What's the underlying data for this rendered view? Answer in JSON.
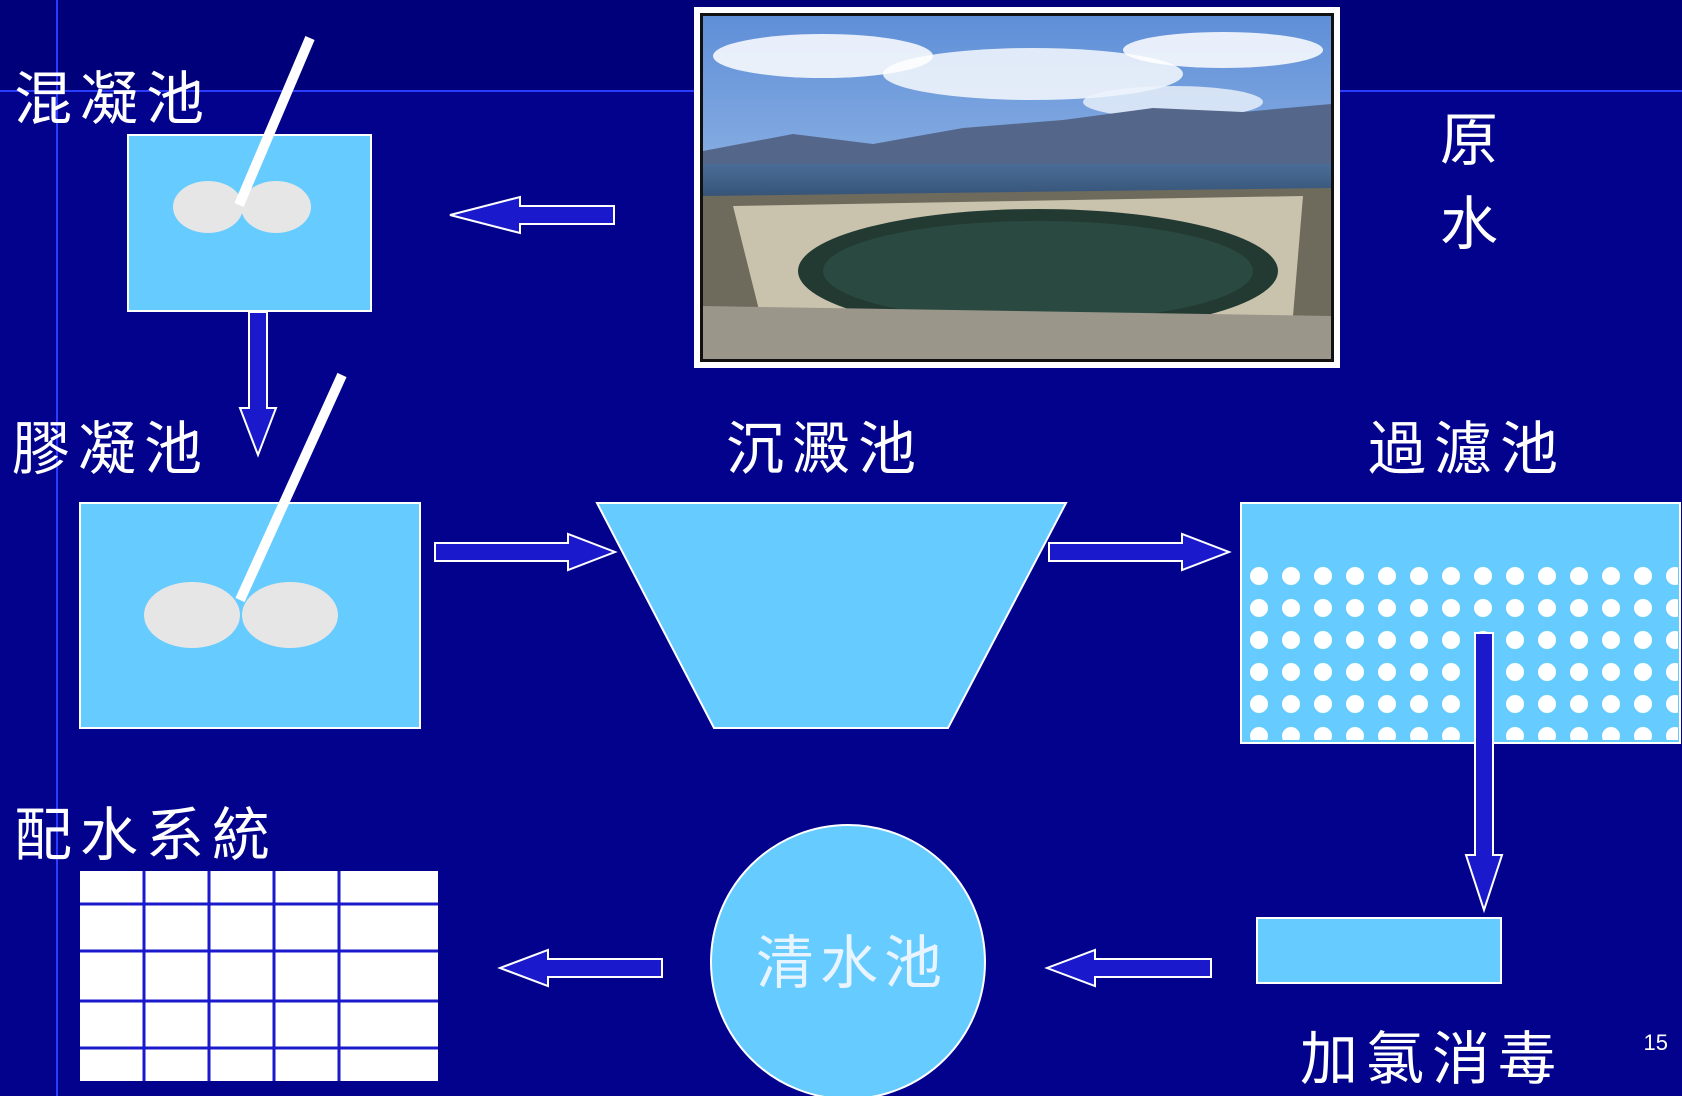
{
  "labels": {
    "coagulation": "混凝池",
    "flocculation": "膠凝池",
    "sedimentation": "沉澱池",
    "filtration": "過濾池",
    "distribution": "配水系統",
    "chlorination": "加氯消毒",
    "raw_water_line1": "原",
    "raw_water_line2": "水",
    "clear_well": "清水池"
  },
  "page_number": "15",
  "colors": {
    "background": "#02028c",
    "tank_fill": "#66ccff",
    "arrow_fill": "#1a1acc",
    "arrow_stroke": "#ffffff",
    "paddle": "#e6e6e6"
  },
  "photo": {
    "description_icon": "reservoir-dam-photo"
  }
}
